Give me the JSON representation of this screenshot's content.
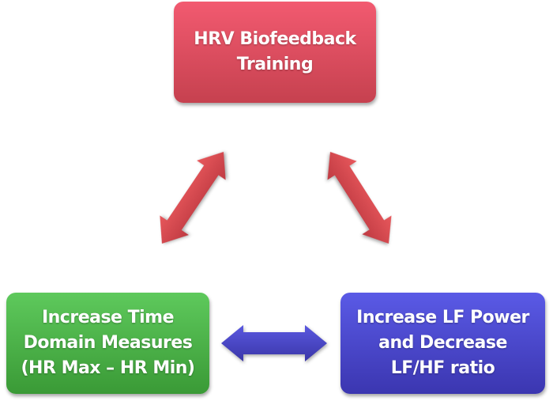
{
  "nodes": {
    "top": {
      "line1": "HRV Biofeedback",
      "line2": "Training"
    },
    "left": {
      "line1": "Increase Time",
      "line2": "Domain Measures",
      "line3": "(HR Max – HR Min)"
    },
    "right": {
      "line1": "Increase LF Power",
      "line2": "and Decrease",
      "line3": "LF/HF ratio"
    }
  },
  "colors": {
    "top": "#d84a5c",
    "left": "#4cb048",
    "right": "#4a46cc",
    "diag_arrow": "#d44b50",
    "horiz_arrow": "#4a46c8"
  }
}
